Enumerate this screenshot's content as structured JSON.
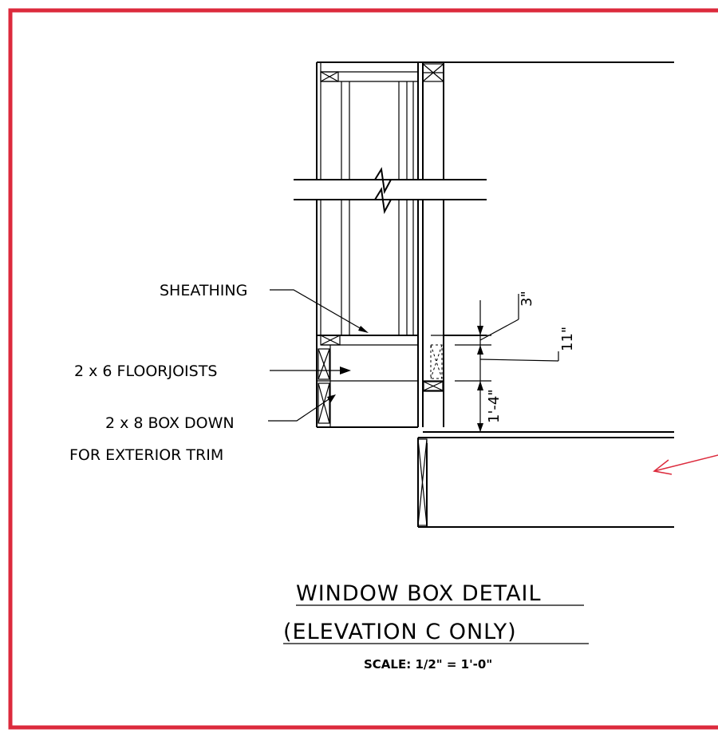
{
  "border_color": "#dc2a3c",
  "line_color": "#000000",
  "markup_color": "#dc2a3c",
  "labels": {
    "sheathing": "SHEATHING",
    "floorjoists": "2 x 6 FLOORJOISTS",
    "box_down_line1": "2 x 8 BOX DOWN",
    "box_down_line2": "FOR EXTERIOR TRIM"
  },
  "dimensions": {
    "three_inch": "3\"",
    "eleven_inch": "11\"",
    "one_four": "1'-4\""
  },
  "title": {
    "line1": "WINDOW BOX DETAIL",
    "line2": "(ELEVATION C ONLY)",
    "scale": "SCALE: 1/2\" = 1'-0\""
  }
}
